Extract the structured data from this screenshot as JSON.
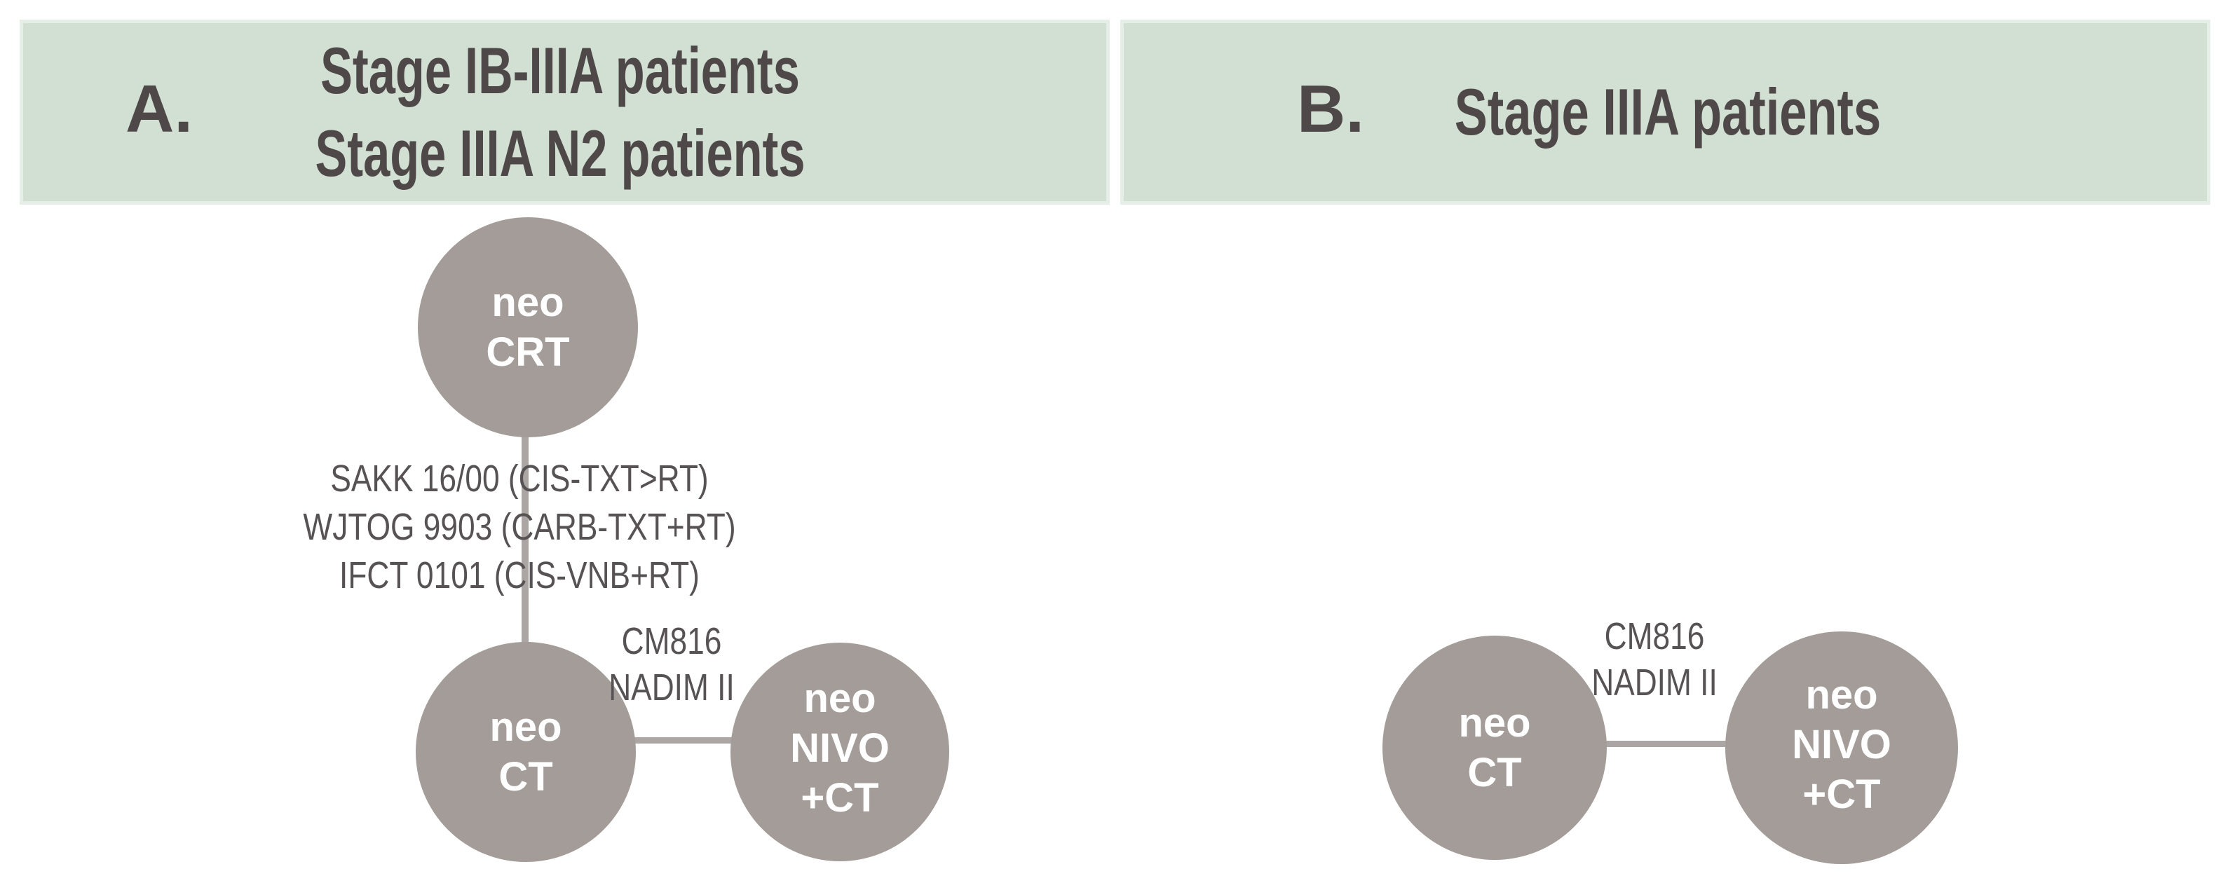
{
  "figure": {
    "panels": [
      {
        "label": "A.",
        "title_lines": [
          "Stage IB-IIIA patients",
          "Stage IIIA N2 patients"
        ],
        "nodes": [
          {
            "name": "neo-crt",
            "lines": [
              "neo",
              "CRT"
            ]
          },
          {
            "name": "neo-ct",
            "lines": [
              "neo",
              "CT"
            ]
          },
          {
            "name": "neo-nivo-ct",
            "lines": [
              "neo",
              "NIVO",
              "+CT"
            ]
          }
        ],
        "edges": [
          {
            "from": "neo-crt",
            "to": "neo-ct",
            "label_lines": [
              "SAKK 16/00 (CIS-TXT>RT)",
              "WJTOG 9903 (CARB-TXT+RT)",
              "IFCT 0101 (CIS-VNB+RT)"
            ]
          },
          {
            "from": "neo-ct",
            "to": "neo-nivo-ct",
            "label_lines": [
              "CM816",
              "NADIM II"
            ]
          }
        ]
      },
      {
        "label": "B.",
        "title_lines": [
          "Stage IIIA patients"
        ],
        "nodes": [
          {
            "name": "neo-ct",
            "lines": [
              "neo",
              "CT"
            ]
          },
          {
            "name": "neo-nivo-ct",
            "lines": [
              "neo",
              "NIVO",
              "+CT"
            ]
          }
        ],
        "edges": [
          {
            "from": "neo-ct",
            "to": "neo-nivo-ct",
            "label_lines": [
              "CM816",
              "NADIM II"
            ]
          }
        ]
      }
    ],
    "colors": {
      "background": "#ffffff",
      "header_bg": "#d2dfd3",
      "header_border": "#e6efe7",
      "header_text": "#4e4849",
      "node_fill": "#a39c99",
      "node_text": "#ffffff",
      "edge_line": "#aba5a3",
      "edge_label_text": "#575253"
    }
  }
}
